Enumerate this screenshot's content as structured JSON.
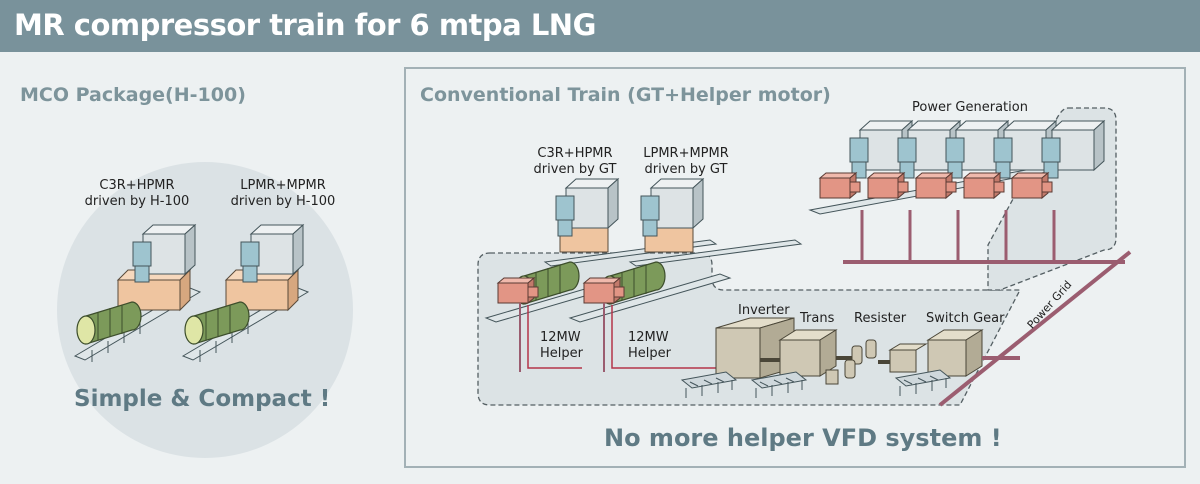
{
  "header": {
    "title": "MR compressor train for 6 mtpa LNG"
  },
  "left_panel": {
    "title": "MCO Package(H-100)",
    "unit_a_label": [
      "C3R+HPMR",
      "driven by H-100"
    ],
    "unit_b_label": [
      "LPMR+MPMR",
      "driven by H-100"
    ],
    "tagline": "Simple & Compact !"
  },
  "right_panel": {
    "title": "Conventional Train (GT+Helper motor)",
    "unit_a_label": [
      "C3R+HPMR",
      "driven by GT"
    ],
    "unit_b_label": [
      "LPMR+MPMR",
      "driven by GT"
    ],
    "helper_a_label": [
      "12MW",
      "Helper"
    ],
    "helper_b_label": [
      "12MW",
      "Helper"
    ],
    "power_generation_label": "Power Generation",
    "inverter_label": "Inverter",
    "trans_label": "Trans",
    "resister_label": "Resister",
    "switch_gear_label": "Switch Gear",
    "power_grid_label": "Power Grid",
    "tagline": "No more helper VFD system !"
  },
  "colors": {
    "header_bg": "#79929b",
    "title_text": "#7d949b",
    "tagline_text": "#5f7a84",
    "compressor_green": "#7c9a5a",
    "motor_blue": "#9ec4cf",
    "base_tan": "#e7c09b",
    "red_unit": "#e29585",
    "equipment_khaki": "#cfc8b4",
    "grid_line": "#9b5d70"
  }
}
